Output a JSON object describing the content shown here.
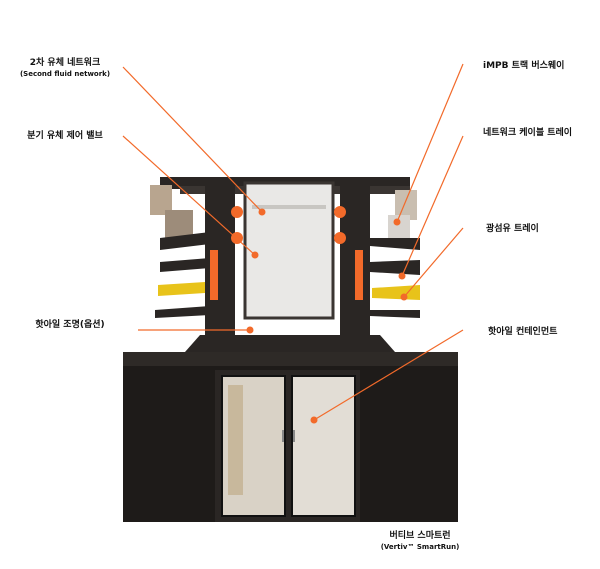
{
  "callouts": {
    "second_fluid_network": {
      "label": "2차 유체 네트워크",
      "sub": "(Second fluid network)"
    },
    "branch_valve": {
      "label": "분기 유체 제어 밸브"
    },
    "impb_busway": {
      "label": "iMPB 트랙 버스웨이"
    },
    "network_cable_tray": {
      "label": "네트워크 케이블 트레이"
    },
    "fiber_tray": {
      "label": "광섬유 트레이"
    },
    "hot_aisle_lighting": {
      "label": "핫아일 조명(옵션)"
    },
    "hot_aisle_containment": {
      "label": "핫아일 컨테인먼트"
    },
    "product": {
      "label": "버티브 스마트런",
      "sub": "(Vertiv™ SmartRun)"
    }
  },
  "colors": {
    "accent": "#f26a2a",
    "frame": "#2a2624",
    "cabinet": "#1e1b19",
    "tray_yellow": "#e8c31a"
  }
}
